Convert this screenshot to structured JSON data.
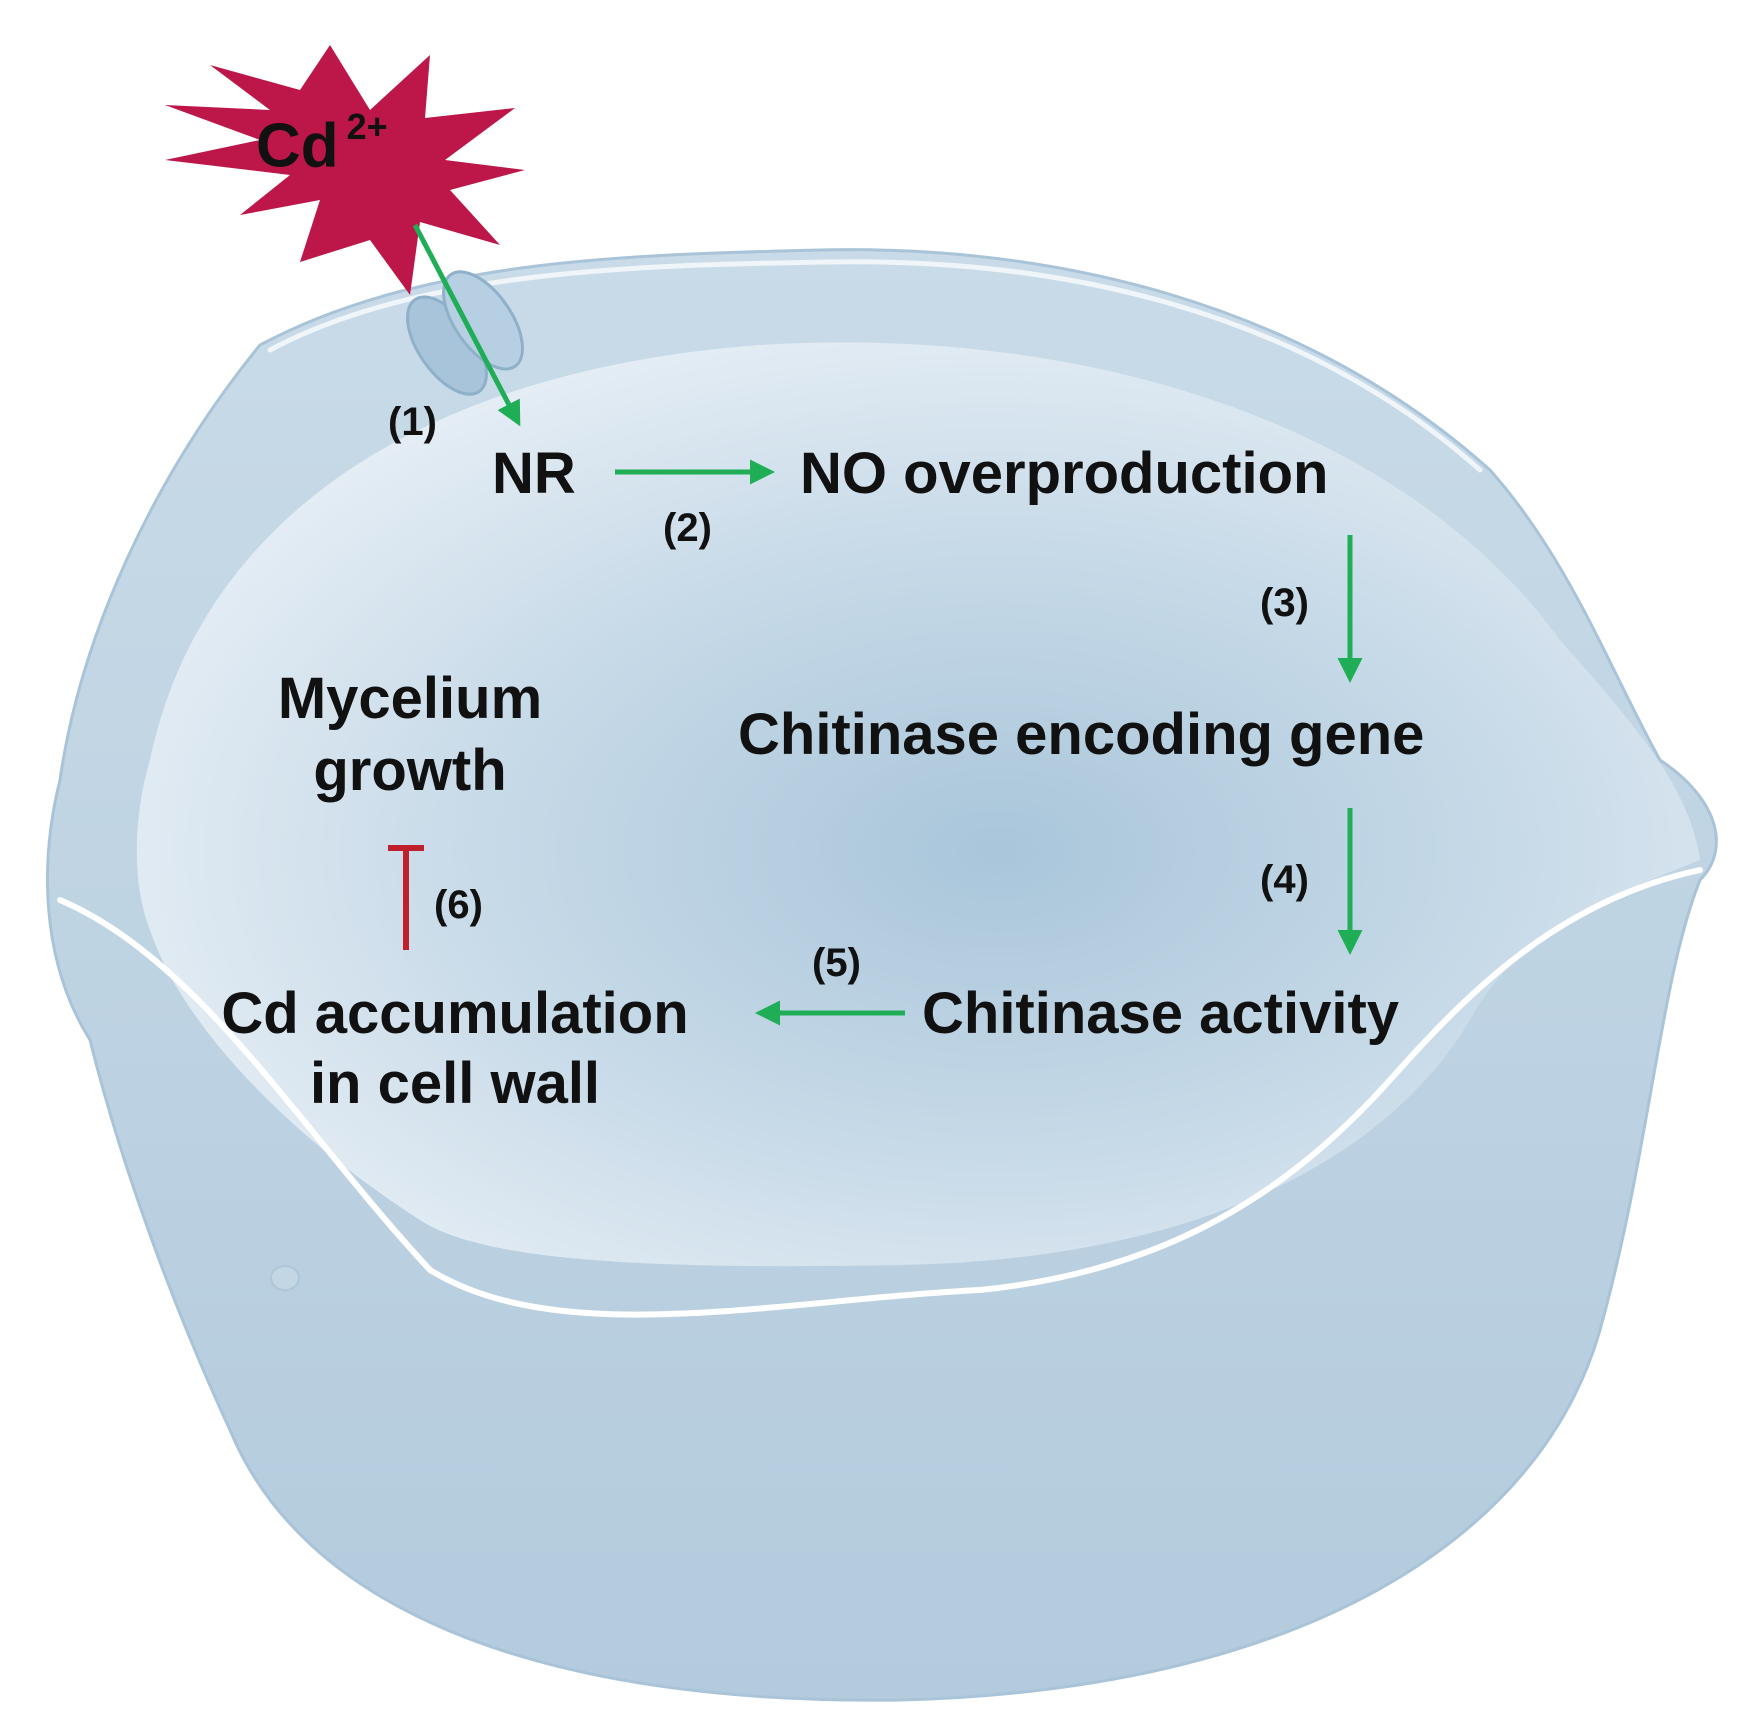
{
  "colors": {
    "activation_arrow": "#1fae55",
    "inhibition": "#c0202b",
    "cadmium_star": "#bd174a",
    "cell_fill": "#cfe0ec",
    "cell_edge": "#a9c4d8"
  },
  "ion": {
    "symbol": "Cd",
    "charge": "2+"
  },
  "nodes": {
    "nr": "NR",
    "no_overproduction": "NO overproduction",
    "chitinase_gene": "Chitinase encoding gene",
    "chitinase_activity": "Chitinase activity",
    "cd_accumulation_line1": "Cd accumulation",
    "cd_accumulation_line2": "in cell wall",
    "mycelium_line1": "Mycelium",
    "mycelium_line2": "growth"
  },
  "steps": {
    "s1": "(1)",
    "s2": "(2)",
    "s3": "(3)",
    "s4": "(4)",
    "s5": "(5)",
    "s6": "(6)"
  },
  "icons": {
    "star": "cadmium-ion-starburst",
    "channel": "membrane-channel-icon",
    "cell": "fungal-cell-illustration"
  }
}
